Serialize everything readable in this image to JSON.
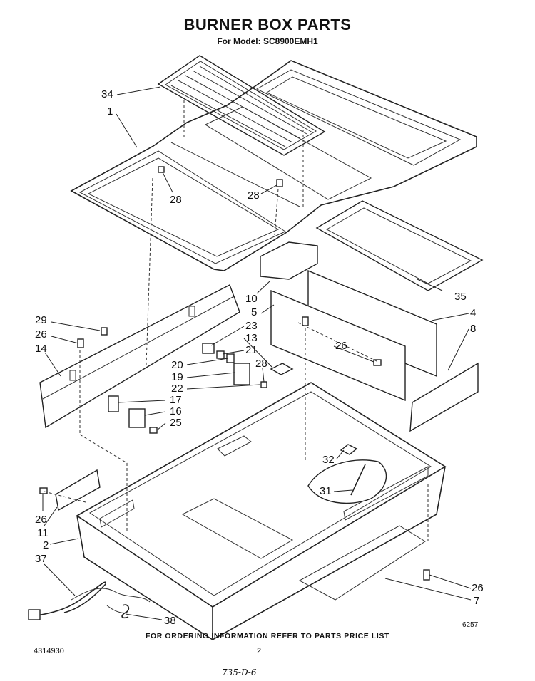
{
  "title": "BURNER BOX PARTS",
  "subtitle": "For Model: SC8900EMH1",
  "footer": {
    "ordering_note": "FOR ORDERING INFORMATION REFER TO PARTS PRICE LIST",
    "part_number": "4314930",
    "page_number": "2",
    "drawing_code": "6257",
    "handwritten_note": "735-D-6"
  },
  "callouts": {
    "c34": "34",
    "c1": "1",
    "c28a": "28",
    "c28b": "28",
    "c35": "35",
    "c10": "10",
    "c5": "5",
    "c4": "4",
    "c8": "8",
    "c29": "29",
    "c26a": "26",
    "c14": "14",
    "c23": "23",
    "c13": "13",
    "c21": "21",
    "c20": "20",
    "c28c": "28",
    "c19": "19",
    "c22": "22",
    "c17": "17",
    "c16": "16",
    "c25": "25",
    "c26b": "26",
    "c32": "32",
    "c31": "31",
    "c26c": "26",
    "c11": "11",
    "c2": "2",
    "c37": "37",
    "c26d": "26",
    "c7": "7",
    "c38": "38"
  }
}
